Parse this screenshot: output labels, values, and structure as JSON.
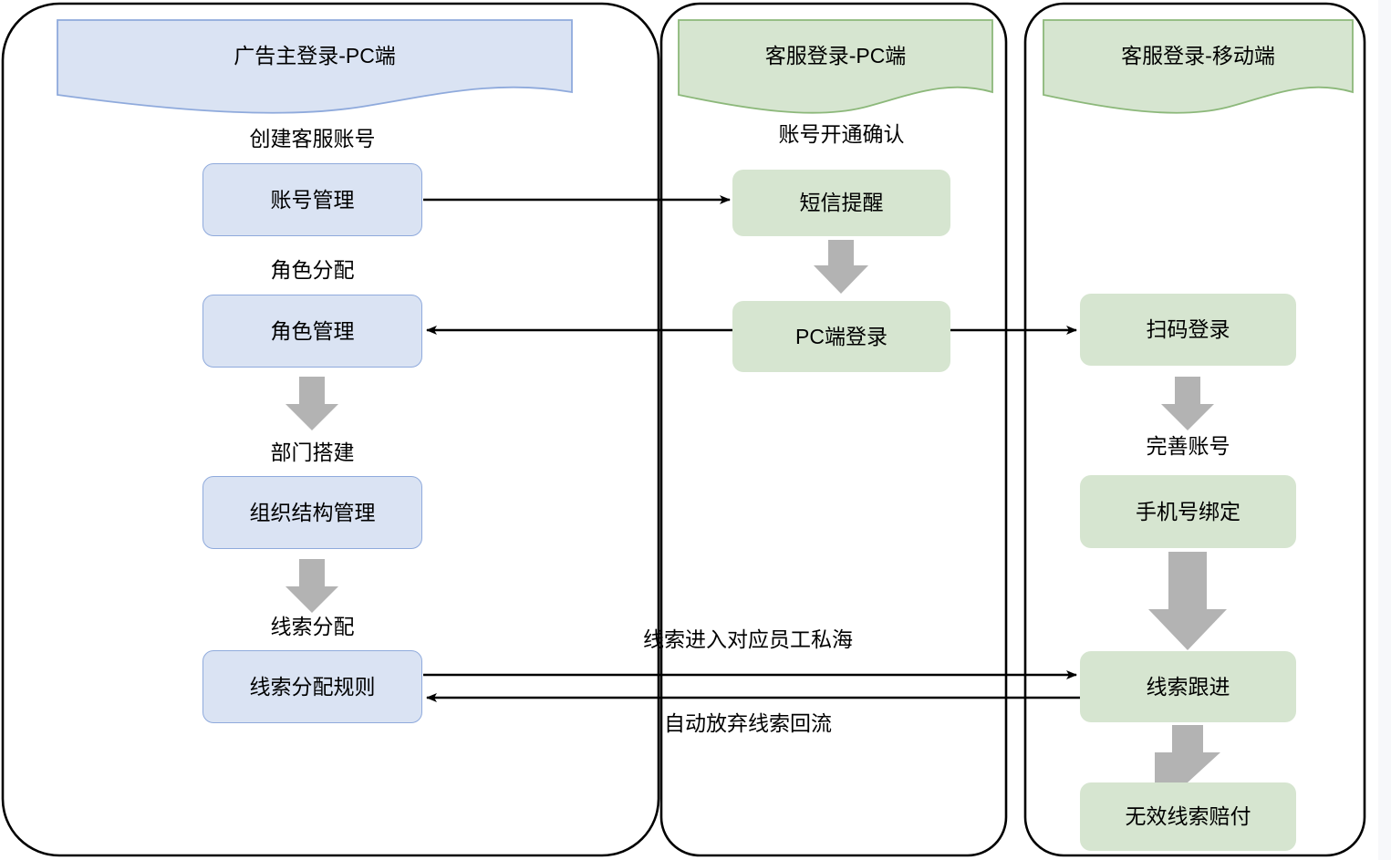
{
  "diagram": {
    "title_bar_hidden": true,
    "colors": {
      "blue_fill": "#dae3f3",
      "blue_stroke": "#8faadc",
      "green_fill": "#d6e5d0",
      "green_stroke": "#8cb87a",
      "gray_arrow": "#b3b3b3",
      "line": "#000000",
      "panel_stroke": "#000000"
    },
    "lanes": [
      {
        "id": "lane-advertiser-pc",
        "title": "广告主登录-PC端",
        "style": "blue"
      },
      {
        "id": "lane-agent-pc",
        "title": "客服登录-PC端",
        "style": "green"
      },
      {
        "id": "lane-agent-mobile",
        "title": "客服登录-移动端",
        "style": "green"
      }
    ],
    "nodes": [
      {
        "id": "node-account-management",
        "label": "账号管理",
        "lane": "lane-advertiser-pc",
        "style": "blue"
      },
      {
        "id": "node-role-management",
        "label": "角色管理",
        "lane": "lane-advertiser-pc",
        "style": "blue"
      },
      {
        "id": "node-org-structure-management",
        "label": "组织结构管理",
        "lane": "lane-advertiser-pc",
        "style": "blue"
      },
      {
        "id": "node-lead-allocation-rule",
        "label": "线索分配规则",
        "lane": "lane-advertiser-pc",
        "style": "blue"
      },
      {
        "id": "node-sms-reminder",
        "label": "短信提醒",
        "lane": "lane-agent-pc",
        "style": "green"
      },
      {
        "id": "node-pc-login",
        "label": "PC端登录",
        "lane": "lane-agent-pc",
        "style": "green"
      },
      {
        "id": "node-scan-login",
        "label": "扫码登录",
        "lane": "lane-agent-mobile",
        "style": "green"
      },
      {
        "id": "node-phone-binding",
        "label": "手机号绑定",
        "lane": "lane-agent-mobile",
        "style": "green"
      },
      {
        "id": "node-lead-followup",
        "label": "线索跟进",
        "lane": "lane-agent-mobile",
        "style": "green"
      },
      {
        "id": "node-invalid-lead-compensation",
        "label": "无效线索赔付",
        "lane": "lane-agent-mobile",
        "style": "green"
      }
    ],
    "step_labels": [
      {
        "id": "step-create-agent-account",
        "text": "创建客服账号"
      },
      {
        "id": "step-role-assignment",
        "text": "角色分配"
      },
      {
        "id": "step-department-setup",
        "text": "部门搭建"
      },
      {
        "id": "step-lead-allocation",
        "text": "线索分配"
      },
      {
        "id": "step-account-activation-confirm",
        "text": "账号开通确认"
      },
      {
        "id": "step-complete-account",
        "text": "完善账号"
      }
    ],
    "edge_labels": [
      {
        "id": "edge-lead-to-private-sea",
        "text": "线索进入对应员工私海"
      },
      {
        "id": "edge-auto-abandon-lead-return",
        "text": "自动放弃线索回流"
      }
    ]
  }
}
